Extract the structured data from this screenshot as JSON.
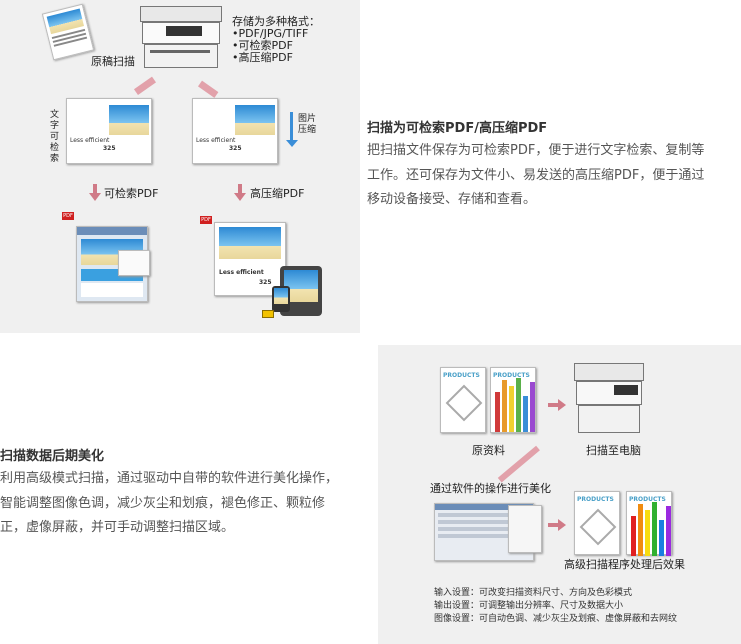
{
  "top_panel": {
    "scan_original_label": "原稿扫描",
    "formats_title": "存储为多种格式：",
    "formats": [
      "•PDF/JPG/TIFF",
      "•可检索PDF",
      "•高压缩PDF"
    ],
    "text_search_vertical": "文字可检索",
    "image_compress_vertical": "图片压缩",
    "searchable_pdf_label": "可检索PDF",
    "compressed_pdf_label": "高压缩PDF",
    "doc_caption": "Less efficient",
    "doc_number": "325"
  },
  "section1": {
    "title": "扫描为可检索PDF/高压缩PDF",
    "lines": [
      "把扫描文件保存为可检索PDF，便于进行文字检索、复制等",
      "工作。还可保存为文件小、易发送的高压缩PDF，便于通过",
      "移动设备接受、存储和查看。"
    ]
  },
  "section2": {
    "title": "扫描数据后期美化",
    "lines": [
      "利用高级模式扫描，通过驱动中自带的软件进行美化操作，",
      "智能调整图像色调，减少灰尘和划痕，褪色修正、颗粒修",
      "正，虚像屏蔽，并可手动调整扫描区域。"
    ]
  },
  "bottom_panel": {
    "products_label": "PRODUCTS",
    "original_label": "原资料",
    "scan_to_pc_label": "扫描至电脑",
    "software_label": "通过软件的操作进行美化",
    "result_label": "高级扫描程序处理后效果",
    "notes": [
      "输入设置：可改变扫描资料尺寸、方向及色彩模式",
      "输出设置：可调整输出分辨率、尺寸及数据大小",
      "图像设置：可自动色调、减少灰尘及划痕、虚像屏蔽和去网纹"
    ]
  },
  "colors": {
    "panel_bg": "#f0f0f0",
    "arrow_pink": "#d07a87",
    "arrow_blue": "#3a8ed8"
  }
}
